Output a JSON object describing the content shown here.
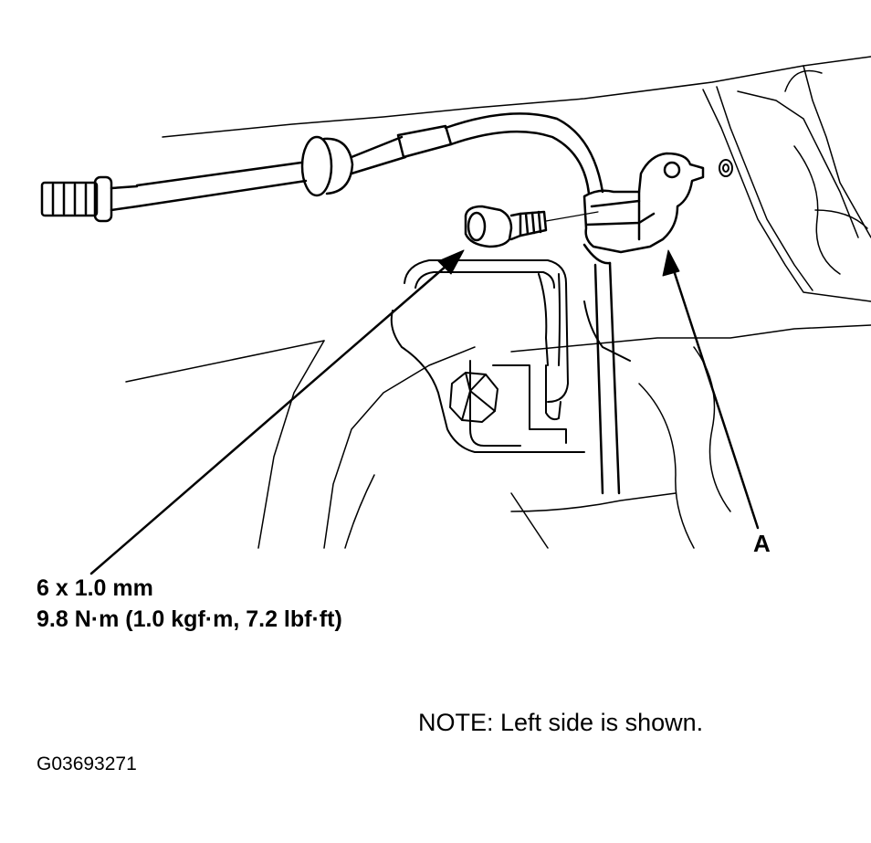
{
  "labels": {
    "fastener_size": "6 x 1.0 mm",
    "torque_spec": "9.8 N·m (1.0 kgf·m, 7.2 lbf·ft)",
    "callout_a": "A",
    "note": "NOTE: Left side is shown.",
    "figure_id": "G03693271"
  },
  "colors": {
    "ink": "#000000",
    "background": "#ffffff"
  }
}
